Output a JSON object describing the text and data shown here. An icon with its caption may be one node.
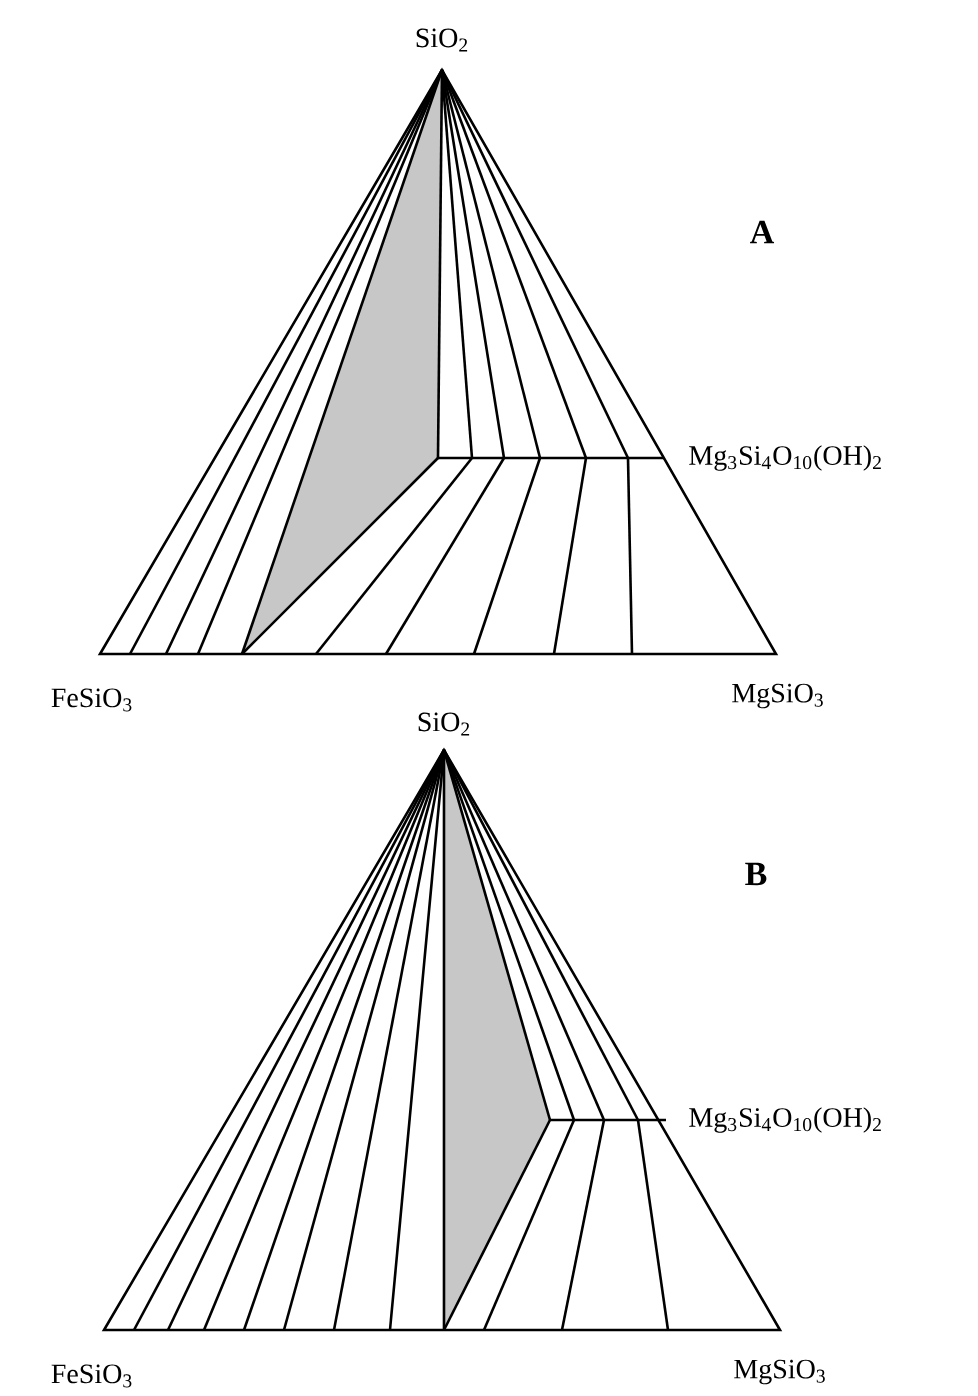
{
  "diagram": {
    "labels": [
      "SiO$_{2}$",
      "A",
      "Mg$_{3}$Si$_{4}$O$_{10}$(OH)$_{2}$",
      "FeSiO$_{3}$",
      "MgSiO$_{3}$",
      "SiO$_{2}$",
      "B",
      "Mg$_{3}$Si$_{4}$O$_{10}$(OH)$_{2}$",
      "FeSiO$_{3}$",
      "MgSiO$_{3}$"
    ]
  }
}
